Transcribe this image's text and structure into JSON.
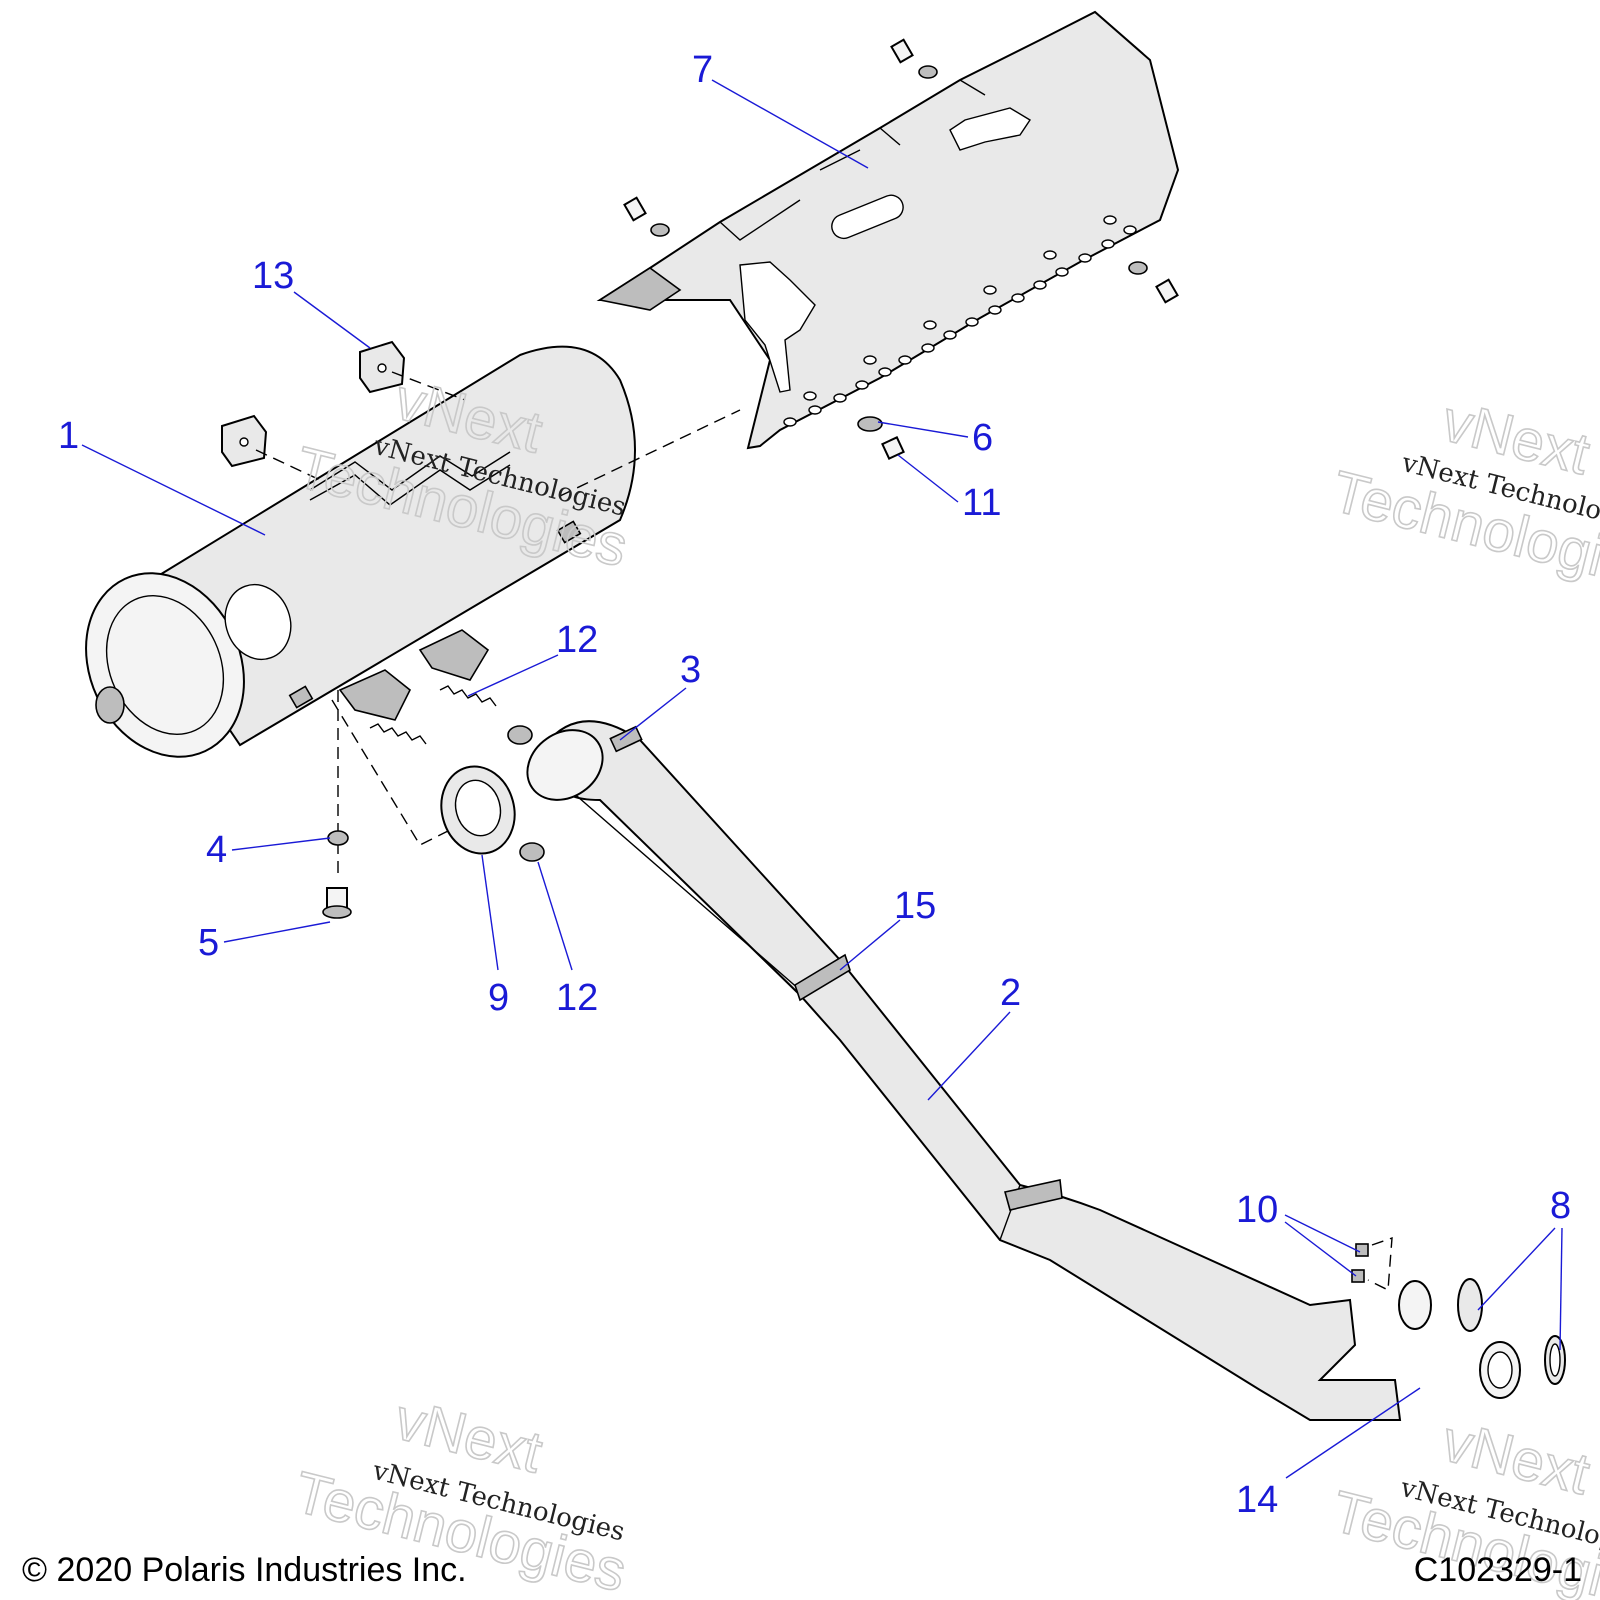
{
  "diagram": {
    "callouts": [
      "1",
      "2",
      "3",
      "4",
      "5",
      "6",
      "7",
      "8",
      "9",
      "10",
      "11",
      "12",
      "12",
      "13",
      "14",
      "15"
    ],
    "watermarks": {
      "line": "vNext Technologies",
      "brand_top": "vNext",
      "brand_bottom": "Technologies"
    }
  },
  "footer": {
    "copyright": "© 2020 Polaris Industries Inc.",
    "figure_code": "C102329-1"
  }
}
